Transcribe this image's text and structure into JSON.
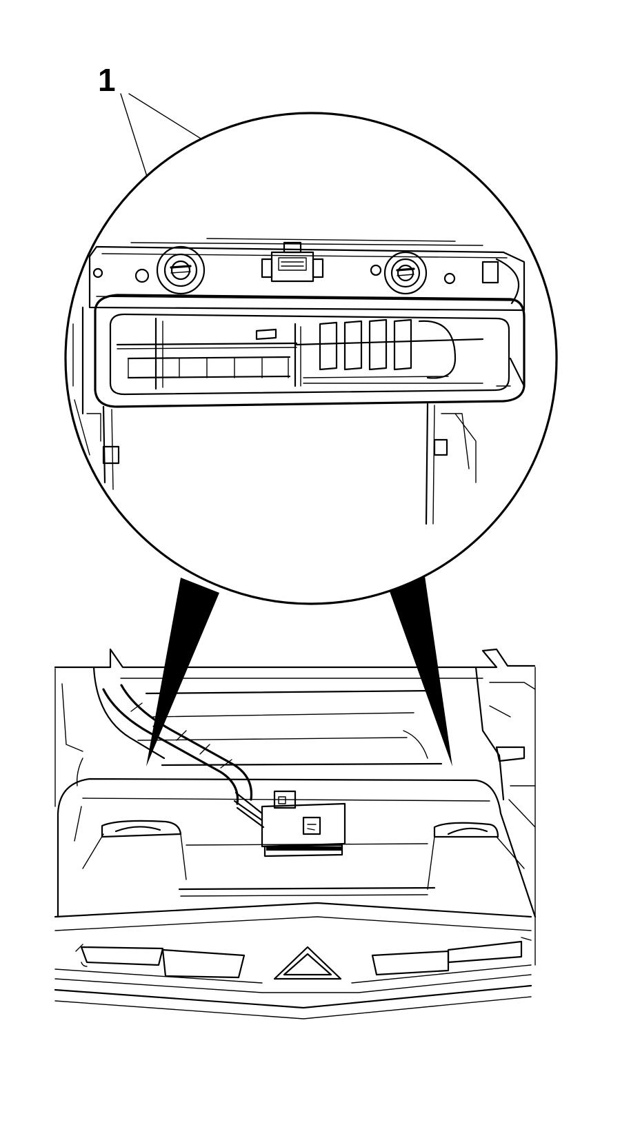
{
  "callout": {
    "label": "1",
    "target_count": 2
  },
  "components": {
    "detail_view": "magnified-detail-circle",
    "fasteners": [
      "fastener-left",
      "fastener-right"
    ],
    "electrical_connector": "connector",
    "air_outlet": "center-air-vent",
    "hazard_switch": "hazard-warning-triangle"
  },
  "colors": {
    "line": "#000000",
    "background": "#ffffff"
  }
}
